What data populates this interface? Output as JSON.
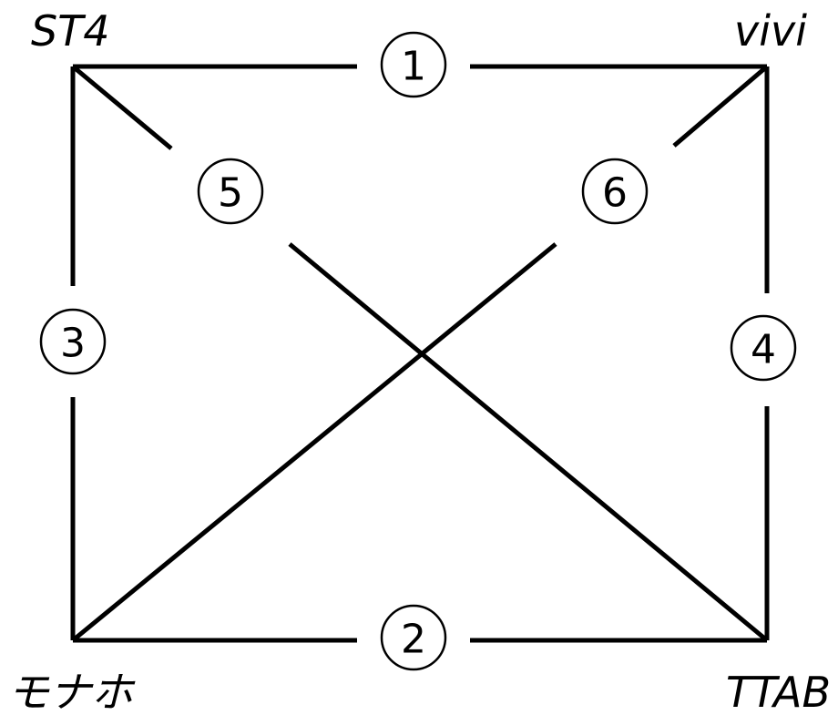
{
  "nodes": {
    "top_left": "ST4",
    "top_right": "vivi",
    "bottom_left": "モナホ",
    "bottom_right": "TTAB"
  },
  "edges": {
    "e1": "1",
    "e2": "2",
    "e3": "3",
    "e4": "4",
    "e5": "5",
    "e6": "6"
  },
  "colors": {
    "line": "#000000",
    "background": "#ffffff"
  }
}
